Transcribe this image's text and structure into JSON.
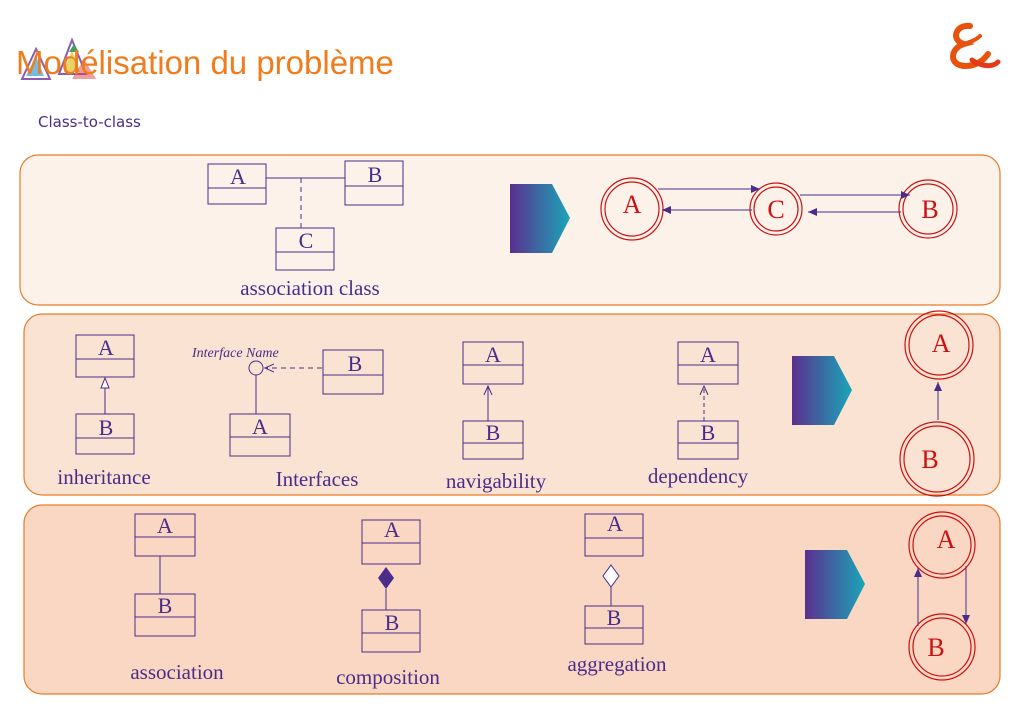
{
  "header": {
    "title": "Modélisation du problème",
    "subtitle": "Class-to-class"
  },
  "panels": {
    "association_class": {
      "class_a": "A",
      "class_b": "B",
      "class_c": "C",
      "caption": "association class",
      "graph": {
        "node_a": "A",
        "node_c": "C",
        "node_b": "B"
      }
    },
    "row2": {
      "inheritance": {
        "top": "A",
        "bottom": "B",
        "caption": "inheritance"
      },
      "interfaces": {
        "interface_name": "Interface Name",
        "class_b": "B",
        "class_a": "A",
        "caption": "Interfaces"
      },
      "navigability": {
        "top": "A",
        "bottom": "B",
        "caption": "navigability"
      },
      "dependency": {
        "top": "A",
        "bottom": "B",
        "caption": "dependency"
      },
      "graph": {
        "node_a": "A",
        "node_b": "B"
      }
    },
    "row3": {
      "association": {
        "top": "A",
        "bottom": "B",
        "caption": "association"
      },
      "composition": {
        "top": "A",
        "bottom": "B",
        "caption": "composition"
      },
      "aggregation": {
        "top": "A",
        "bottom": "B",
        "caption": "aggregation"
      },
      "graph": {
        "node_a": "A",
        "node_b": "B"
      }
    }
  },
  "colors": {
    "title": "#f07c1c",
    "uml": "#4b2c8a",
    "node": "#cc1111",
    "panel_border": "#ea7b27"
  }
}
